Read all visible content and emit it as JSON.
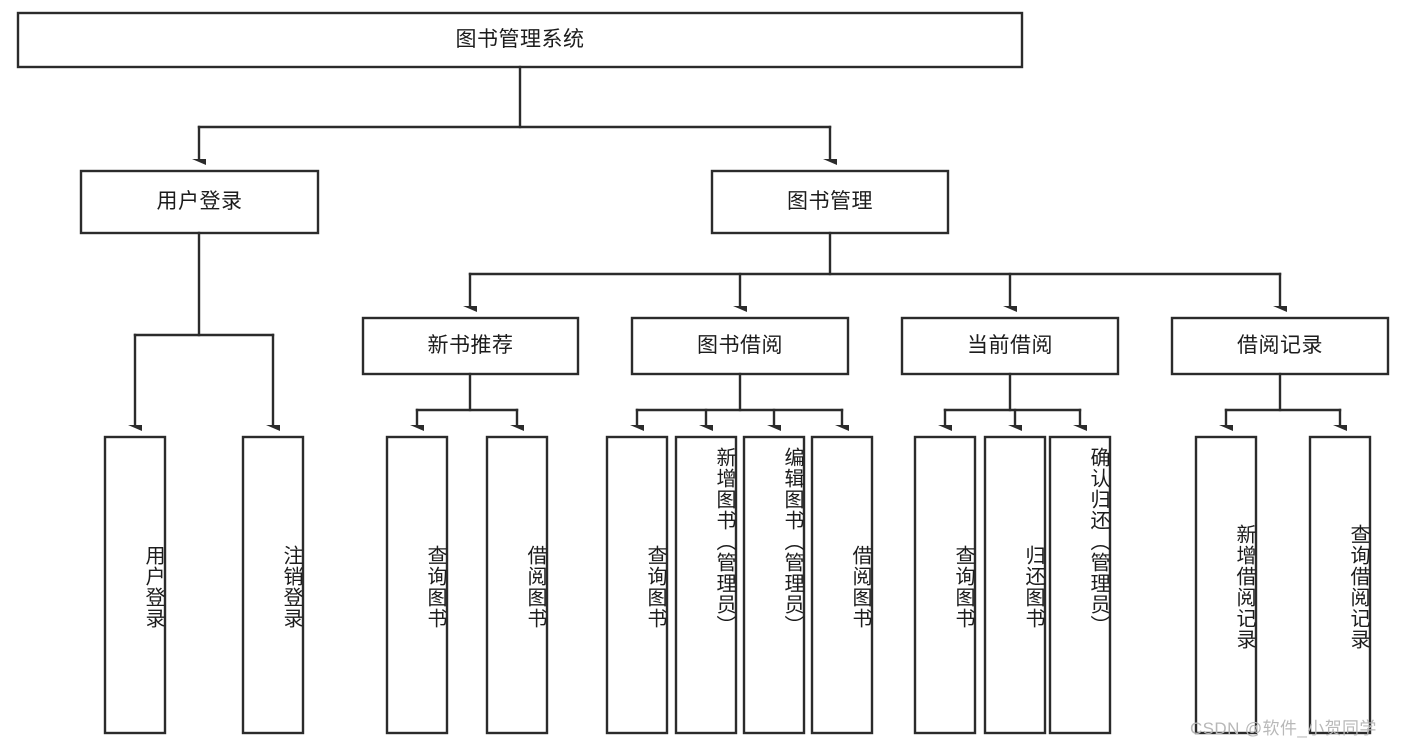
{
  "diagram": {
    "title": "图书管理系统",
    "type": "hierarchy-tree",
    "root": {
      "id": "root",
      "label": "图书管理系统",
      "orientation": "horizontal"
    },
    "level2": [
      {
        "id": "user-login",
        "label": "用户登录",
        "orientation": "horizontal"
      },
      {
        "id": "book-management",
        "label": "图书管理",
        "orientation": "horizontal"
      }
    ],
    "level3": [
      {
        "id": "new-book-recommend",
        "label": "新书推荐",
        "orientation": "horizontal",
        "parent": "book-management"
      },
      {
        "id": "book-borrow",
        "label": "图书借阅",
        "orientation": "horizontal",
        "parent": "book-management"
      },
      {
        "id": "current-borrow",
        "label": "当前借阅",
        "orientation": "horizontal",
        "parent": "book-management"
      },
      {
        "id": "borrow-record",
        "label": "借阅记录",
        "orientation": "horizontal",
        "parent": "book-management"
      }
    ],
    "leaves": [
      {
        "id": "leaf-user-login",
        "label": "用户登录",
        "orientation": "vertical",
        "parent": "user-login"
      },
      {
        "id": "leaf-user-logout",
        "label": "注销登录",
        "orientation": "vertical",
        "parent": "user-login"
      },
      {
        "id": "leaf-query-book-1",
        "label": "查询图书",
        "orientation": "vertical",
        "parent": "new-book-recommend"
      },
      {
        "id": "leaf-borrow-book-1",
        "label": "借阅图书",
        "orientation": "vertical",
        "parent": "new-book-recommend"
      },
      {
        "id": "leaf-query-book-2",
        "label": "查询图书",
        "orientation": "vertical",
        "parent": "book-borrow"
      },
      {
        "id": "leaf-add-book",
        "label": "新增图书（管理员）",
        "orientation": "vertical",
        "parent": "book-borrow"
      },
      {
        "id": "leaf-edit-book",
        "label": "编辑图书（管理员）",
        "orientation": "vertical",
        "parent": "book-borrow"
      },
      {
        "id": "leaf-borrow-book-2",
        "label": "借阅图书",
        "orientation": "vertical",
        "parent": "book-borrow"
      },
      {
        "id": "leaf-query-book-3",
        "label": "查询图书",
        "orientation": "vertical",
        "parent": "current-borrow"
      },
      {
        "id": "leaf-return-book",
        "label": "归还图书",
        "orientation": "vertical",
        "parent": "current-borrow"
      },
      {
        "id": "leaf-confirm-return",
        "label": "确认归还（管理员）",
        "orientation": "vertical",
        "parent": "current-borrow"
      },
      {
        "id": "leaf-add-record",
        "label": "新增借阅记录",
        "orientation": "vertical",
        "parent": "borrow-record"
      },
      {
        "id": "leaf-query-record",
        "label": "查询借阅记录",
        "orientation": "vertical",
        "parent": "borrow-record"
      }
    ]
  },
  "watermark": {
    "text": "CSDN @软件_小贺同学"
  },
  "colors": {
    "stroke": "#2b2b2b",
    "fill": "#ffffff",
    "text": "#1c1c1c",
    "watermark": "#b8b8b8"
  }
}
